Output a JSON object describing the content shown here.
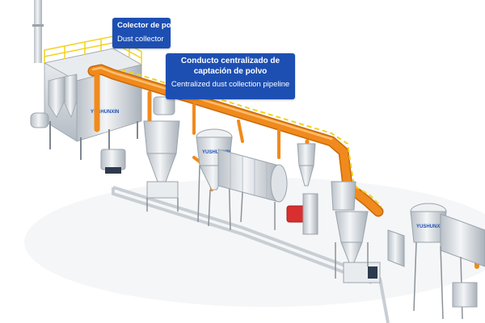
{
  "labels": {
    "dust_collector": {
      "es": "Colector de polvo",
      "en": "Dust collector"
    },
    "duct": {
      "es_line1": "Conducto centralizado de",
      "es_line2": "captación de polvo",
      "en": "Centralized dust collection pipeline"
    }
  },
  "brand": "YUSHUNXIN",
  "colors": {
    "pipe": "#f08a1c",
    "label_bg": "#1d4fb3",
    "dash": "#f2d21e",
    "railing": "#f2d21e",
    "frame": "#c9ced4",
    "red_machine": "#d92f2f"
  }
}
